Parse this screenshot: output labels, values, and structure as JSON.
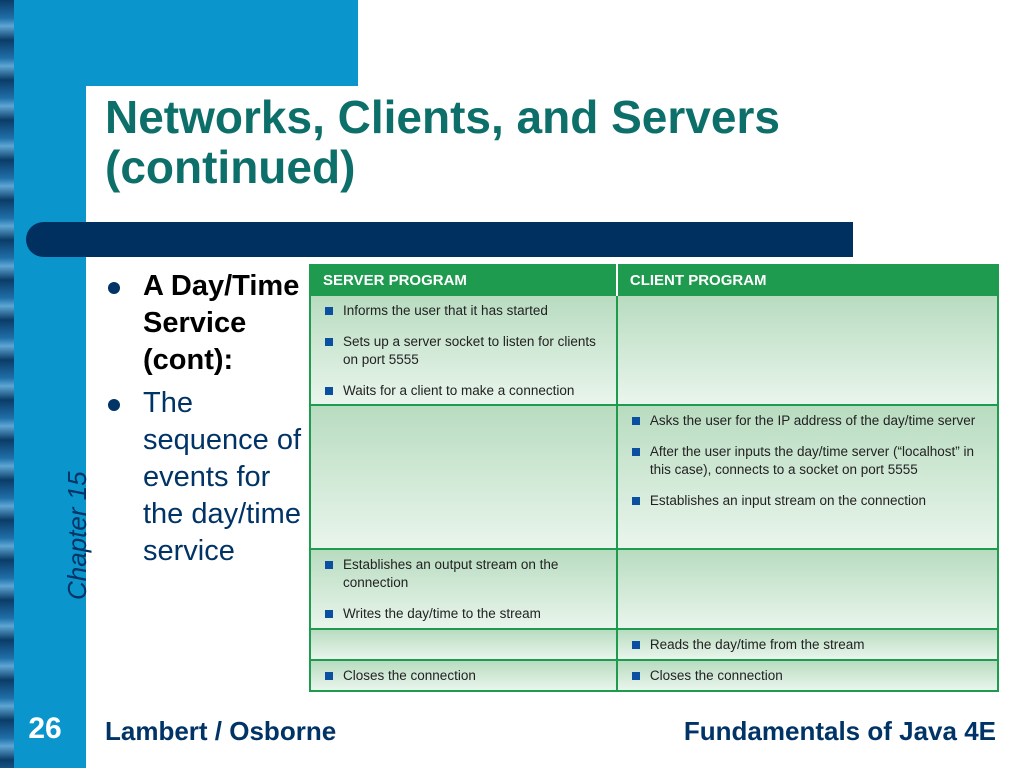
{
  "slide": {
    "title_line1": "Networks, Clients, and Servers",
    "title_line2": "(continued)",
    "number": "26",
    "chapter": "Chapter 15",
    "footer_left": "Lambert / Osborne",
    "footer_right": "Fundamentals of Java 4E"
  },
  "bullets": [
    {
      "text": "A Day/Time Service (cont):",
      "bold": true
    },
    {
      "text": "The sequence of events for the day/time service",
      "bold": false
    }
  ],
  "table": {
    "headers": [
      "SERVER PROGRAM",
      "CLIENT PROGRAM"
    ],
    "rows": [
      {
        "server": [
          "Informs the user that it has started",
          "Sets up a server socket to listen for clients on port 5555",
          "Waits for a client to make a connection"
        ],
        "client": []
      },
      {
        "server": [],
        "client": [
          "Asks the user for the IP address of the day/time server",
          "After the user inputs the day/time server (“localhost” in this case), connects to a socket on port 5555",
          "Establishes an input stream on the connection"
        ]
      },
      {
        "server": [
          "Establishes an output stream on the connection",
          "Writes the day/time to the stream"
        ],
        "client": []
      },
      {
        "server": [],
        "client": [
          "Reads the day/time from the stream"
        ]
      },
      {
        "server": [
          "Closes the connection"
        ],
        "client": [
          "Closes the connection"
        ]
      }
    ]
  },
  "colors": {
    "accent_blue": "#0a96cc",
    "title_teal": "#0d6f6a",
    "navy_bar": "#003060",
    "table_green": "#1e9b4f"
  }
}
